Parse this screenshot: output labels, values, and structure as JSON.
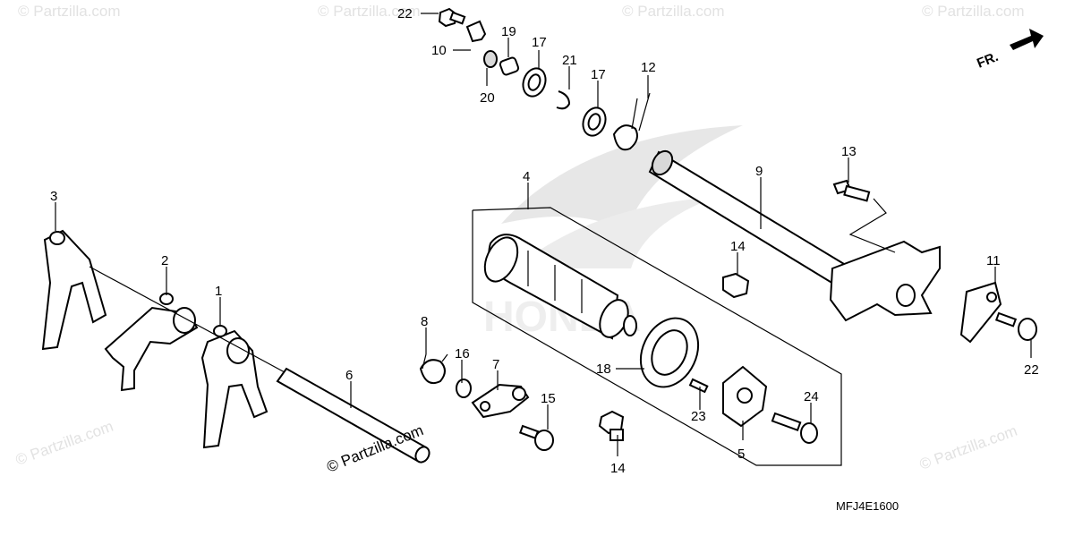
{
  "diagram": {
    "code": "MFJ4E1600",
    "direction": "FR.",
    "watermark_main": "© Partzilla.com",
    "watermark_faint": "© Partzilla.com",
    "callouts": [
      {
        "id": "c1",
        "label": "1"
      },
      {
        "id": "c2",
        "label": "2"
      },
      {
        "id": "c3",
        "label": "3"
      },
      {
        "id": "c4",
        "label": "4"
      },
      {
        "id": "c5",
        "label": "5"
      },
      {
        "id": "c6",
        "label": "6"
      },
      {
        "id": "c7",
        "label": "7"
      },
      {
        "id": "c8",
        "label": "8"
      },
      {
        "id": "c9",
        "label": "9"
      },
      {
        "id": "c10",
        "label": "10"
      },
      {
        "id": "c11",
        "label": "11"
      },
      {
        "id": "c12",
        "label": "12"
      },
      {
        "id": "c13",
        "label": "13"
      },
      {
        "id": "c14a",
        "label": "14"
      },
      {
        "id": "c14b",
        "label": "14"
      },
      {
        "id": "c15",
        "label": "15"
      },
      {
        "id": "c16",
        "label": "16"
      },
      {
        "id": "c17a",
        "label": "17"
      },
      {
        "id": "c17b",
        "label": "17"
      },
      {
        "id": "c18",
        "label": "18"
      },
      {
        "id": "c19",
        "label": "19"
      },
      {
        "id": "c20",
        "label": "20"
      },
      {
        "id": "c21",
        "label": "21"
      },
      {
        "id": "c22a",
        "label": "22"
      },
      {
        "id": "c22b",
        "label": "22"
      },
      {
        "id": "c23",
        "label": "23"
      },
      {
        "id": "c24",
        "label": "24"
      }
    ]
  }
}
